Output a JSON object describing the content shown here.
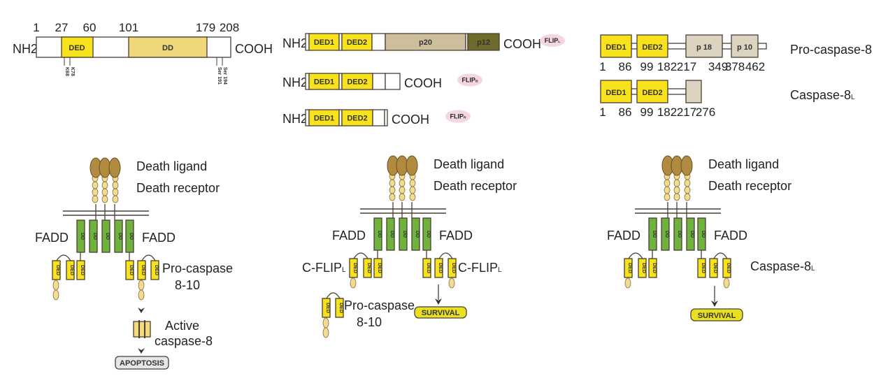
{
  "colors": {
    "ded_yellow": "#f7e21b",
    "dd_gold": "#f0d77a",
    "p20_tan": "#cdbf9c",
    "p12_olive": "#6e6a2a",
    "caspase_grey": "#ddd3c1",
    "fadd_green": "#6fb33c",
    "ligand_brown": "#b08a3e",
    "receptor_bead": "#f3dc8e",
    "flip_badge_pink": "#f6d5e2",
    "survival_yellow": "#e8e020",
    "apoptosis_grey": "#e6e6e6"
  },
  "fadd": {
    "nh2": "NH2",
    "cooh": "COOH",
    "positions": [
      "1",
      "27",
      "60",
      "101",
      "179",
      "208"
    ],
    "domains": [
      "DED",
      "DD"
    ],
    "site_labels_left": [
      "K68",
      "K78"
    ],
    "site_labels_right": [
      "Ser 191",
      "Ser 194"
    ]
  },
  "flip": {
    "nh2": "NH2",
    "cooh": "COOH",
    "ded1": "DED1",
    "ded2": "DED2",
    "p20": "p20",
    "p12": "p12",
    "isoforms": [
      {
        "name": "FLIP",
        "sub": "L"
      },
      {
        "name": "FLIP",
        "sub": "B"
      },
      {
        "name": "FLIP",
        "sub": "R"
      }
    ]
  },
  "caspase8": {
    "pro": {
      "label": "Pro-caspase-8",
      "domains": [
        "DED1",
        "DED2",
        "p 18",
        "p 10"
      ],
      "positions": [
        "1",
        "86",
        "99",
        "182",
        "217",
        "349",
        "378",
        "462"
      ]
    },
    "short": {
      "label": "Caspase-8",
      "sub": "L",
      "domains": [
        "DED1",
        "DED2"
      ],
      "positions": [
        "1",
        "86",
        "99",
        "182",
        "217",
        "276"
      ]
    }
  },
  "pathways": [
    {
      "death_ligand": "Death ligand",
      "death_receptor": "Death receptor",
      "fadd_left": "FADD",
      "fadd_right": "FADD",
      "domain_letter_fadd": "DD",
      "domain_letter_ded": "DED",
      "procaspase": [
        "Pro-caspase",
        "8-10"
      ],
      "active": [
        "Active",
        "caspase-8"
      ],
      "outcome": "APOPTOSIS"
    },
    {
      "death_ligand": "Death ligand",
      "death_receptor": "Death receptor",
      "fadd_left": "FADD",
      "fadd_right": "FADD",
      "cflip_left": "C-FLIP",
      "cflip_right": "C-FLIP",
      "cflip_sub": "L",
      "procaspase": [
        "Pro-caspase",
        "8-10"
      ],
      "outcome": "SURVIVAL"
    },
    {
      "death_ligand": "Death ligand",
      "death_receptor": "Death receptor",
      "fadd_left": "FADD",
      "fadd_right": "FADD",
      "caspase8l": "Caspase-8",
      "caspase8l_sub": "L",
      "outcome": "SURVIVAL"
    }
  ]
}
